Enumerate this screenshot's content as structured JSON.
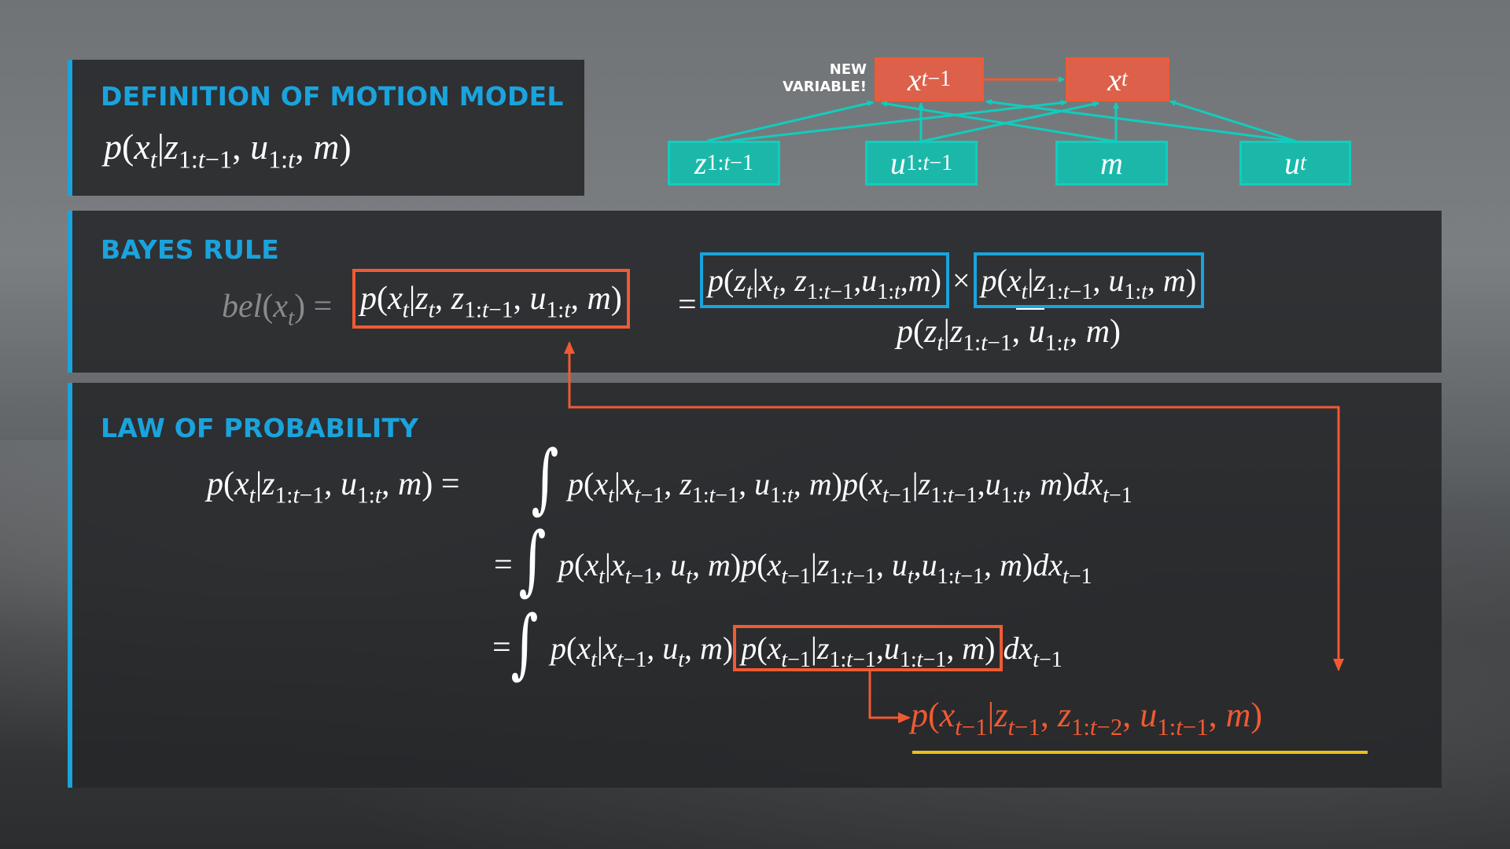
{
  "definition": {
    "heading": "DEFINITION OF MOTION MODEL",
    "formula": "p(x_{t}|z_{1:t-1}, u_{1:t}, m)"
  },
  "diagram": {
    "new_variable_label": [
      "NEW",
      "VARIABLE!"
    ],
    "state_nodes": [
      "x_{t-1}",
      "x_{t}"
    ],
    "input_nodes": [
      "z_{1:t-1}",
      "u_{1:t-1}",
      "m",
      "u_{t}"
    ]
  },
  "bayes": {
    "heading": "BAYES RULE",
    "lhs": "bel(x_{t}) =",
    "posterior": "p(x_{t}|z_{t}, z_{1:t-1}, u_{1:t}, m)",
    "equals": "=",
    "likelihood": "p(z_{t}|x_{t}, z_{1:t-1},u_{1:t},m)",
    "times": "×",
    "prior": "p(x_{t}|z_{1:t-1}, u_{1:t}, m)",
    "normalizer": "p(z_{t}|z_{1:t-1}, u_{1:t}, m)"
  },
  "law": {
    "heading": "LAW OF PROBABILITY",
    "line1_lhs": "p(x_{t}|z_{1:t-1}, u_{1:t}, m) =",
    "integral": "∫",
    "line1_rhs": "p(x_{t}|x_{t-1}, z_{1:t-1}, u_{1:t}, m)p(x_{t-1}|z_{1:t-1},u_{1:t}, m)dx_{t-1}",
    "line2_eq": "=",
    "line2_rhs": "p(x_{t}|x_{t-1}, u_{t}, m)p(x_{t-1}|z_{1:t-1}, u_{t},u_{1:t-1}, m)dx_{t-1}",
    "line3_eq": "=",
    "line3_a": "p(x_{t}|x_{t-1}, u_{t}, m)",
    "line3_boxed": "p(x_{t-1}|z_{1:t-1},u_{1:t-1}, m)",
    "line3_c": "dx_{t-1}",
    "recursion": "p(x_{t-1}|z_{t-1}, z_{1:t-2}, u_{1:t-1}, m)"
  },
  "colors": {
    "accent_blue": "#1aa3dc",
    "accent_orange": "#f05a33",
    "teal": "#1bb8aa",
    "underline": "#e8c21a"
  }
}
